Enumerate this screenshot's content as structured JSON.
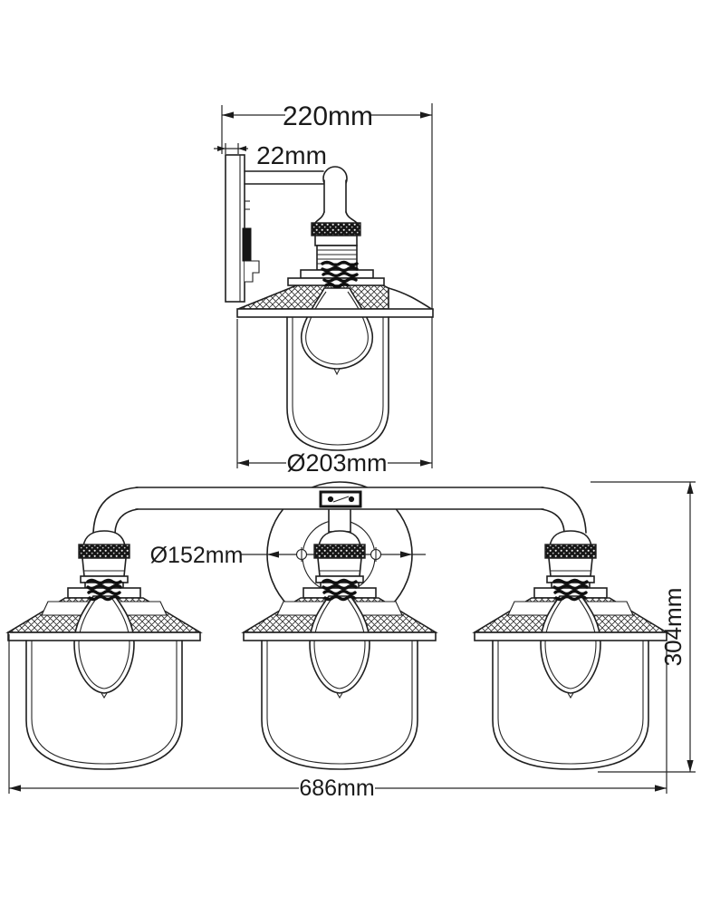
{
  "diagram": {
    "type": "technical-dimension-drawing",
    "background": "#ffffff",
    "line_color": "#1f1f1f",
    "text_color": "#1a1a1a",
    "views": {
      "side": {
        "name": "single-lamp-side-profile",
        "dims": {
          "arm_projection": "220mm",
          "backplate_depth": "22mm",
          "shade_diameter": "Ø203mm"
        }
      },
      "front": {
        "name": "three-lamp-front-elevation",
        "dims": {
          "backplate_diameter": "Ø152mm",
          "overall_width": "686mm",
          "overall_height": "304mm"
        }
      }
    }
  }
}
